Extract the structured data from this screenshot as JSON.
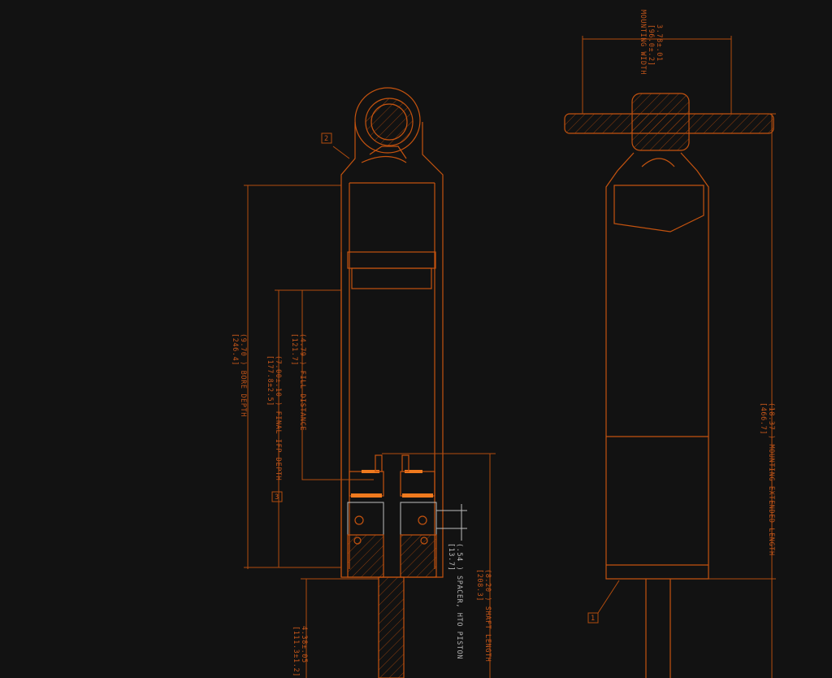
{
  "drawing": {
    "title": "Shock absorber dimension drawing",
    "colors": {
      "background": "#121212",
      "line": "#c4530f",
      "highlight": "#f07a1e"
    },
    "dimensions": {
      "bore_depth": {
        "value": "(9.70   ) BORE DEPTH",
        "metric": "[246.4]"
      },
      "fill_distance": {
        "value": "(4.79   ) FILL DISTANCE",
        "metric": "[121.7]"
      },
      "final_ifp_depth": {
        "value": "(7.00±.10   ) FINAL IFP DEPTH",
        "metric": "[177.8±2.5]"
      },
      "spacer": {
        "value": "(.54   ) SPACER, HTO PISTON",
        "metric": "[13.7]"
      },
      "shaft_length": {
        "value": "(8.20   ) SHAFT LENGTH",
        "metric": "[208.3]"
      },
      "shaft_extension": {
        "value": "4.38±.05",
        "metric": "[111.3±1.2]"
      },
      "mounting_width": {
        "value": "3.78±.01",
        "metric": "[96.0±.2]",
        "label": "MOUNTING WIDTH"
      },
      "extended_length": {
        "value": "(18.37   ) MOUNTING EXTENDED LENGTH",
        "metric": "[466.7]"
      }
    },
    "callouts": {
      "c1": "1",
      "c2": "2",
      "c3": "3"
    }
  }
}
